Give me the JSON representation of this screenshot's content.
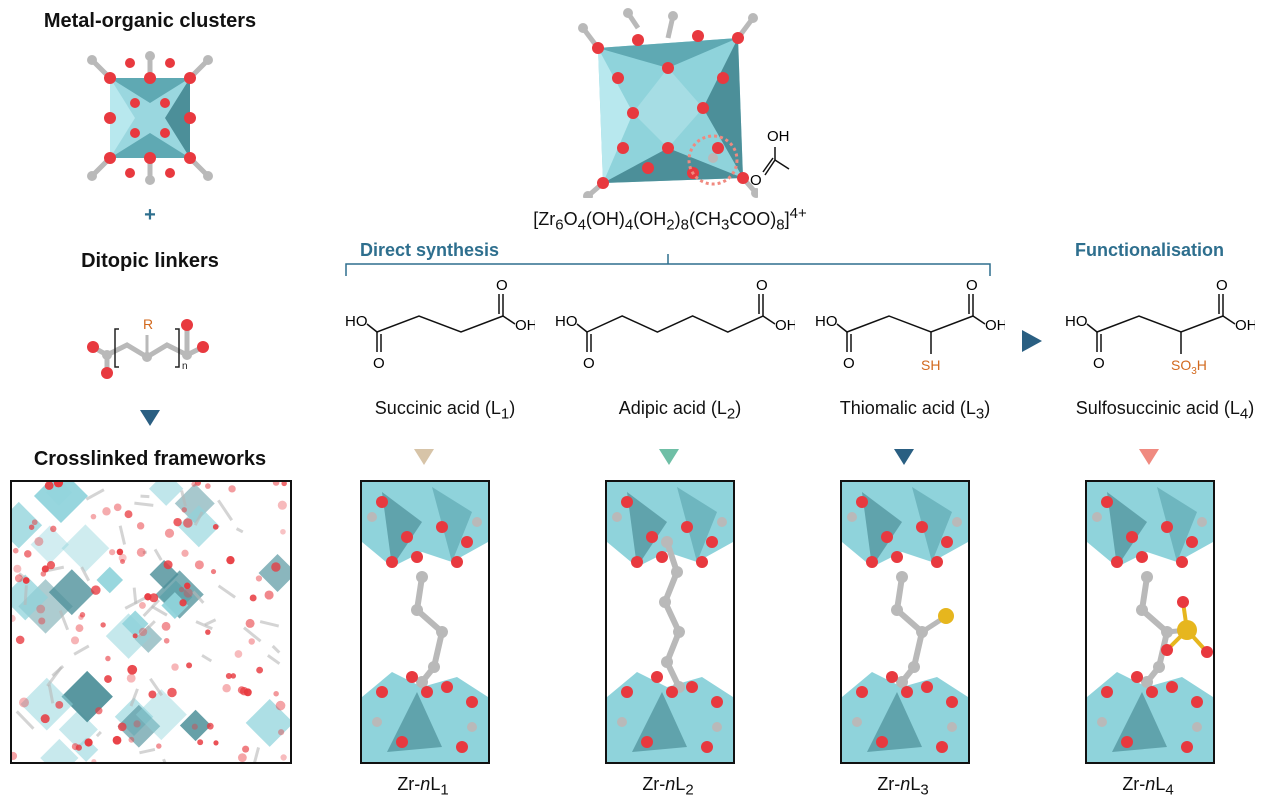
{
  "left": {
    "title_clusters": "Metal-organic clusters",
    "plus": "+",
    "title_linkers": "Ditopic linkers",
    "linker_r": "R",
    "linker_n": "n",
    "title_frameworks": "Crosslinked frameworks"
  },
  "top": {
    "formula_prefix": "[Zr",
    "formula_text": "[Zr6O4(OH)4(OH2)8(CH3COO)8]4+",
    "acetic_oh": "OH",
    "acetic_o": "O"
  },
  "sections": {
    "direct": "Direct synthesis",
    "functional": "Functionalisation"
  },
  "linkers": [
    {
      "name_main": "Succinic acid (L",
      "name_sub": "1",
      "name_end": ")",
      "ho": "HO",
      "oh": "OH",
      "o": "O"
    },
    {
      "name_main": "Adipic acid (L",
      "name_sub": "2",
      "name_end": ")",
      "ho": "HO",
      "oh": "OH",
      "o": "O"
    },
    {
      "name_main": "Thiomalic acid (L",
      "name_sub": "3",
      "name_end": ")",
      "ho": "HO",
      "oh": "OH",
      "o": "O",
      "sub": "SH"
    },
    {
      "name_main": "Sulfosuccinic acid (L",
      "name_sub": "4",
      "name_end": ")",
      "ho": "HO",
      "oh": "OH",
      "o": "O",
      "sub": "SO3H"
    }
  ],
  "products": [
    {
      "pre": "Zr-",
      "n": "n",
      "l": "L",
      "sub": "1"
    },
    {
      "pre": "Zr-",
      "n": "n",
      "l": "L",
      "sub": "2"
    },
    {
      "pre": "Zr-",
      "n": "n",
      "l": "L",
      "sub": "3"
    },
    {
      "pre": "Zr-",
      "n": "n",
      "l": "L",
      "sub": "4"
    }
  ],
  "colors": {
    "accent": "#2e6f8e",
    "cyan": "#8fd3db",
    "oxygen": "#e8393f",
    "carbon": "#b9b9b9",
    "sulfur": "#e6b61e",
    "orange_text": "#d2691e",
    "tri1": "#d7c4a8",
    "tri2": "#6fbfa6",
    "tri3": "#2a5f82",
    "tri4": "#f08a80"
  }
}
